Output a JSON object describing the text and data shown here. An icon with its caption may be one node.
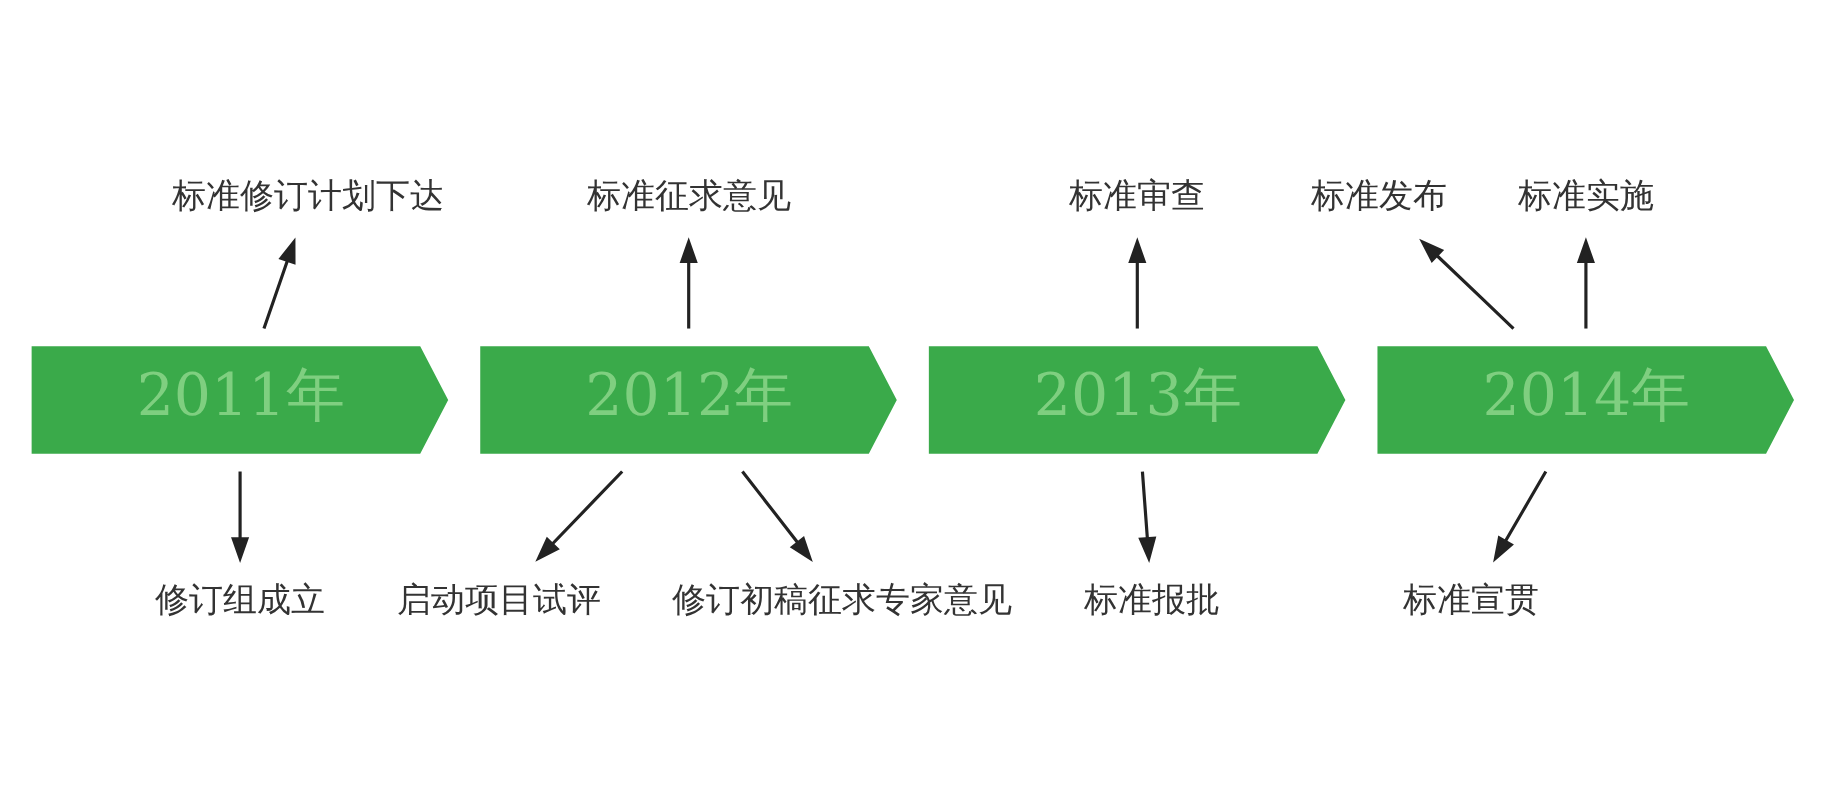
{
  "diagram": {
    "nodes": [
      {
        "text": [
          "标准征求意见"
        ]
      },
      {
        "text": [
          "标准修订计划下达"
        ]
      },
      {
        "text": [
          "标准审查"
        ]
      },
      {
        "text": [
          "标准发布"
        ]
      },
      {
        "text": [
          "标准实施"
        ]
      },
      {
        "text": [
          "2011年"
        ]
      },
      {
        "text": [
          "2012年"
        ]
      },
      {
        "text": [
          "2013年"
        ]
      },
      {
        "text": [
          "2014年"
        ]
      },
      {
        "text": [
          "修订组成立"
        ]
      },
      {
        "text": [
          "启动项目试评"
        ]
      },
      {
        "text": [
          "标准报批"
        ]
      },
      {
        "text": [
          "标准宣贯"
        ]
      },
      {
        "text": [
          "修订初稿征求专家意见"
        ]
      }
    ],
    "edges": [
      {
        "from": 5,
        "to": 1,
        "arrow": "to"
      },
      {
        "from": 5,
        "to": 9,
        "arrow": "to"
      },
      {
        "from": 6,
        "to": 0,
        "arrow": "to"
      },
      {
        "from": 6,
        "to": 13,
        "arrow": "to"
      },
      {
        "from": 6,
        "to": 10,
        "arrow": "to"
      },
      {
        "from": 7,
        "to": 2,
        "arrow": "to"
      },
      {
        "from": 7,
        "to": 11,
        "arrow": "to"
      },
      {
        "from": 8,
        "to": 3,
        "arrow": "to"
      },
      {
        "from": 8,
        "to": 4,
        "arrow": "to"
      },
      {
        "from": 8,
        "to": 12,
        "arrow": "to"
      }
    ]
  }
}
